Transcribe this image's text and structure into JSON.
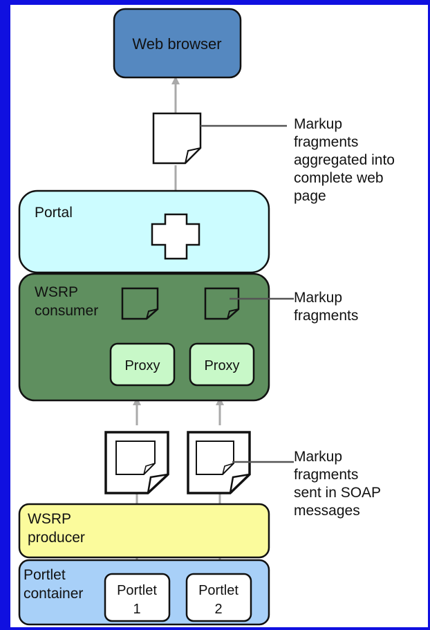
{
  "diagram": {
    "web_browser": {
      "label": "Web browser",
      "color": "#5588c0"
    },
    "portal": {
      "label": "Portal",
      "color": "#ccfcff"
    },
    "consumer": {
      "label_line1": "WSRP",
      "label_line2": "consumer",
      "color": "#5f8f5f"
    },
    "proxies": [
      {
        "label": "Proxy",
        "color": "#c8f8c8"
      },
      {
        "label": "Proxy",
        "color": "#c8f8c8"
      }
    ],
    "producer": {
      "label_line1": "WSRP",
      "label_line2": "producer",
      "color": "#fbfb9c"
    },
    "container": {
      "label_line1": "Portlet",
      "label_line2": "container",
      "color": "#a8d0f8"
    },
    "portlets": [
      {
        "label_line1": "Portlet",
        "label_line2": "1"
      },
      {
        "label_line1": "Portlet",
        "label_line2": "2"
      }
    ],
    "annotations": {
      "top": [
        "Markup",
        "fragments",
        "aggregated into",
        "complete web",
        "page"
      ],
      "middle": [
        "Markup",
        "fragments"
      ],
      "bottom": [
        "Markup",
        "fragments",
        "sent in SOAP",
        "messages"
      ]
    },
    "colors": {
      "background": "#1010e0",
      "connector": "#aaaaaa",
      "annotation_line": "#555555"
    }
  }
}
